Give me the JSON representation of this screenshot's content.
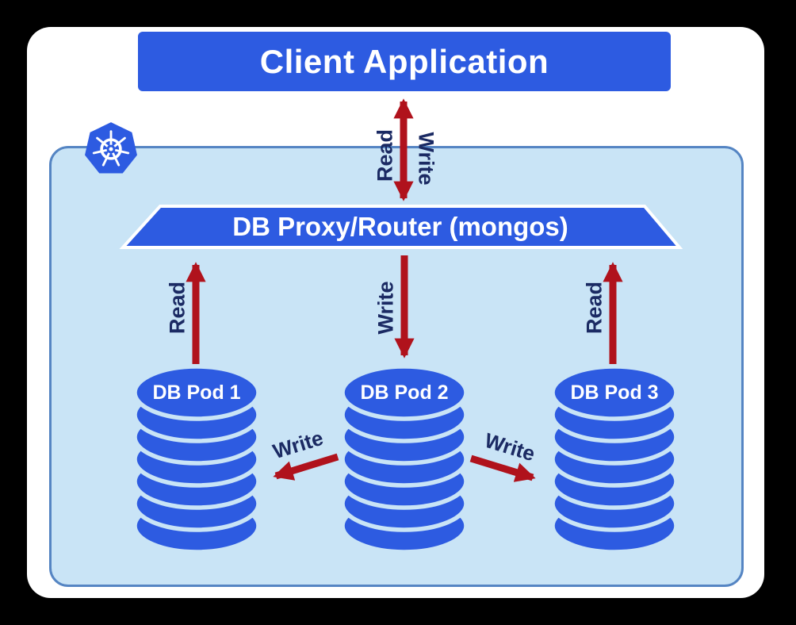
{
  "client": {
    "label": "Client Application"
  },
  "client_arrows": {
    "read": "Read",
    "write": "Write"
  },
  "cluster": {
    "icon": "kubernetes-logo",
    "proxy": {
      "label": "DB Proxy/Router (mongos)"
    },
    "pods": [
      {
        "label": "DB Pod 1",
        "arrow": "Read"
      },
      {
        "label": "DB Pod 2",
        "arrow": "Write"
      },
      {
        "label": "DB Pod 3",
        "arrow": "Read"
      }
    ],
    "replication": {
      "left": "Write",
      "right": "Write"
    }
  },
  "colors": {
    "node_blue": "#2d5be1",
    "cluster_fill": "#c9e4f6",
    "cluster_border": "#5585c3",
    "arrow_red": "#b0121c",
    "label_navy": "#1b2a63",
    "card_white": "#ffffff",
    "background_black": "#000000"
  }
}
